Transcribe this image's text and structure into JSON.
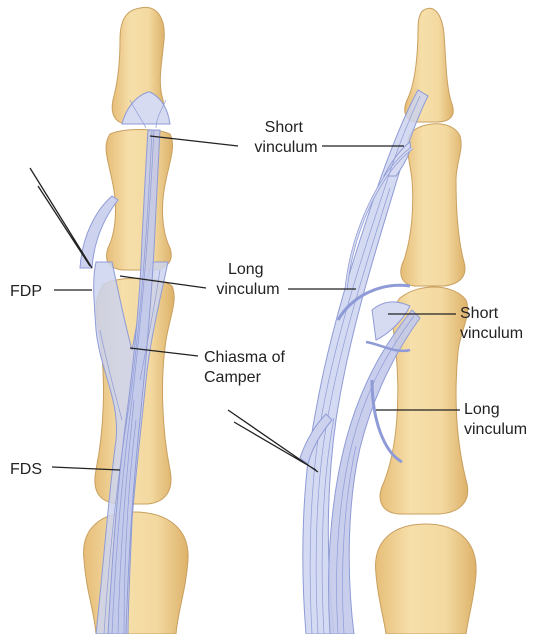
{
  "labels": {
    "short_vinculum_left": [
      "Short",
      "vinculum"
    ],
    "long_vinculum_center": [
      "Long",
      "vinculum"
    ],
    "fdp": "FDP",
    "chiasma": [
      "Chiasma of",
      "Camper"
    ],
    "fds": "FDS",
    "short_vinculum_right": [
      "Short",
      "vinculum"
    ],
    "long_vinculum_right": [
      "Long",
      "vinculum"
    ]
  },
  "colors": {
    "bone_fill": "#f3d9a0",
    "bone_shade": "#e3b970",
    "bone_outline": "#c9a060",
    "tendon_fill": "#cdd3ee",
    "tendon_line": "#8f9bd6",
    "leader_line": "#222222"
  }
}
